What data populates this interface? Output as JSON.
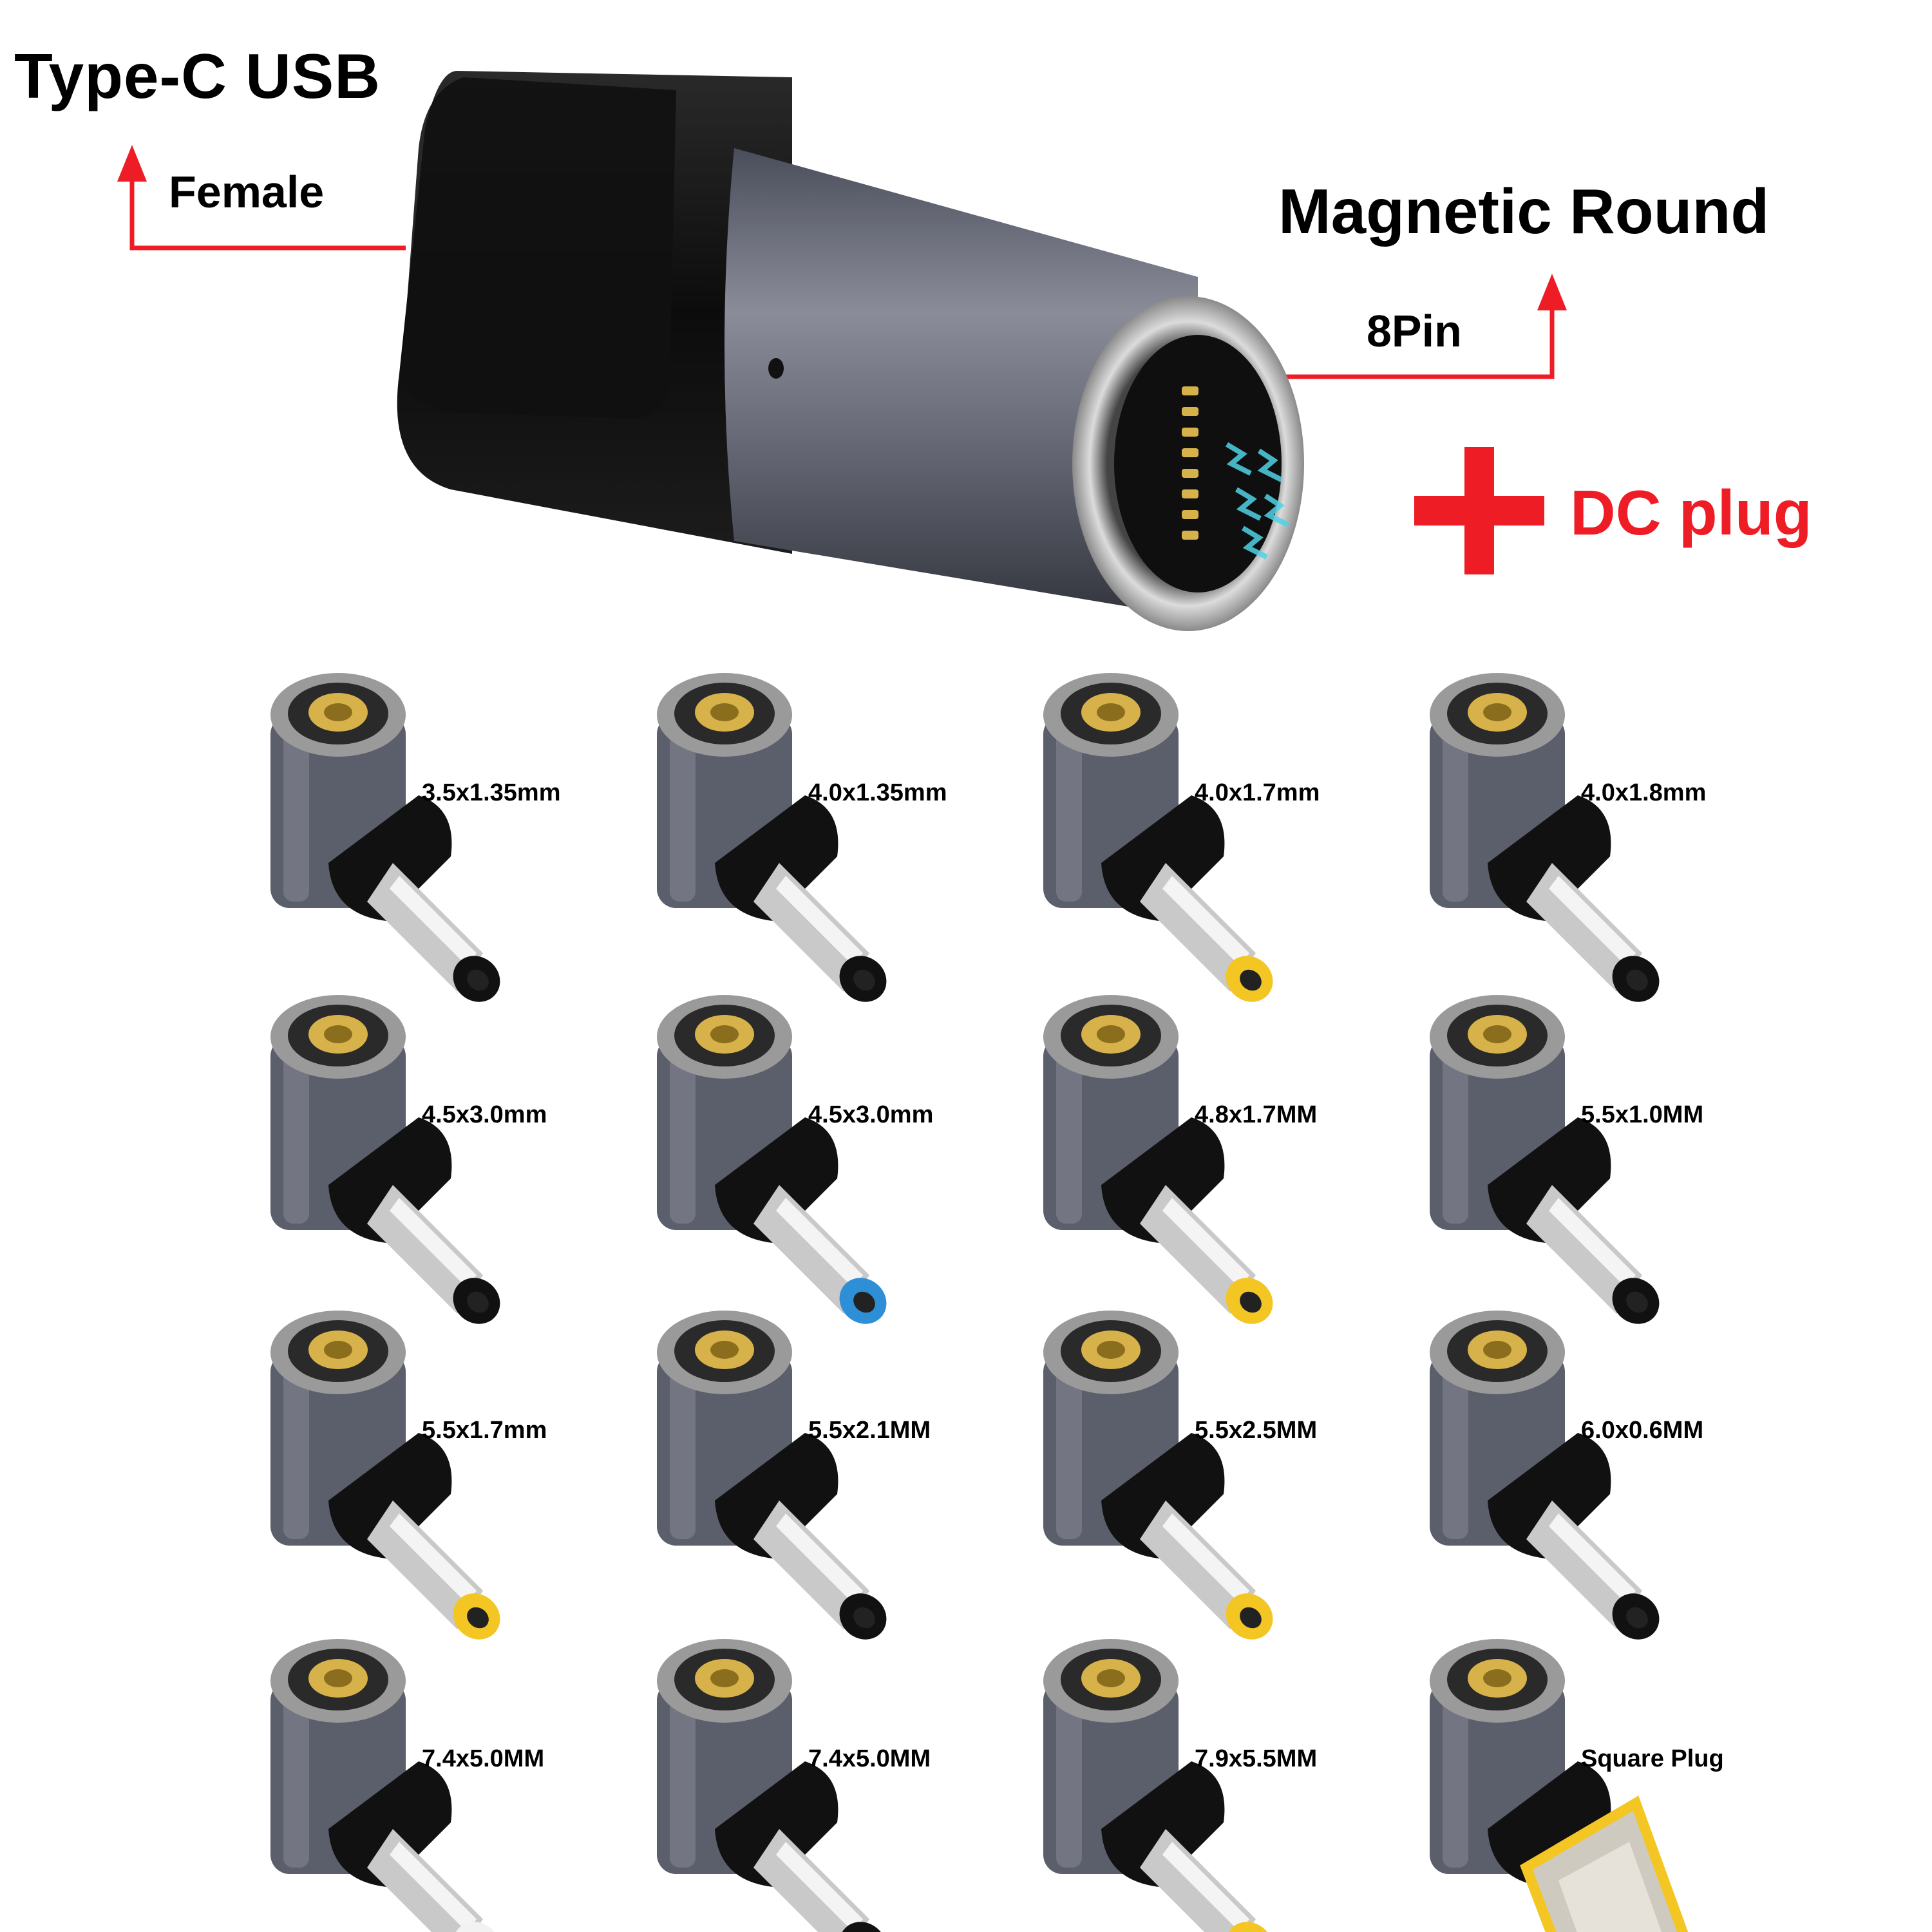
{
  "annotations": {
    "type_c_title": "Type-C USB",
    "female_label": "Female",
    "magnetic_title": "Magnetic Round",
    "pin_label": "8Pin",
    "dc_plug_label": "DC plug"
  },
  "colors": {
    "accent_red": "#ee1c25",
    "connector_black": "#0b0b0b",
    "body_gray": "#5b5e6b",
    "ring_silver": "#c8c8c8",
    "contact_gold": "#d7b24a",
    "tip_black": "#111111",
    "tip_yellow": "#f3c623",
    "tip_blue": "#2f8fd6",
    "tip_white": "#f2f2f2"
  },
  "tips": [
    {
      "label": "3.5x1.35mm",
      "tip_color": "black",
      "shape": "round"
    },
    {
      "label": "4.0x1.35mm",
      "tip_color": "black",
      "shape": "round"
    },
    {
      "label": "4.0x1.7mm",
      "tip_color": "yellow",
      "shape": "round"
    },
    {
      "label": "4.0x1.8mm",
      "tip_color": "black",
      "shape": "round"
    },
    {
      "label": "4.5x3.0mm",
      "tip_color": "black",
      "shape": "round"
    },
    {
      "label": "4.5x3.0mm",
      "tip_color": "blue",
      "shape": "round"
    },
    {
      "label": "4.8x1.7MM",
      "tip_color": "yellow",
      "shape": "round"
    },
    {
      "label": "5.5x1.0MM",
      "tip_color": "black",
      "shape": "round"
    },
    {
      "label": "5.5x1.7mm",
      "tip_color": "yellow",
      "shape": "round"
    },
    {
      "label": "5.5x2.1MM",
      "tip_color": "black",
      "shape": "round"
    },
    {
      "label": "5.5x2.5MM",
      "tip_color": "yellow",
      "shape": "round"
    },
    {
      "label": "6.0x0.6MM",
      "tip_color": "black",
      "shape": "round"
    },
    {
      "label": "7.4x5.0MM",
      "tip_color": "white",
      "shape": "round"
    },
    {
      "label": "7.4x5.0MM",
      "tip_color": "black",
      "shape": "round"
    },
    {
      "label": "7.9x5.5MM",
      "tip_color": "yellow",
      "shape": "round"
    },
    {
      "label": "Square Plug",
      "tip_color": "yellow",
      "shape": "square"
    }
  ]
}
